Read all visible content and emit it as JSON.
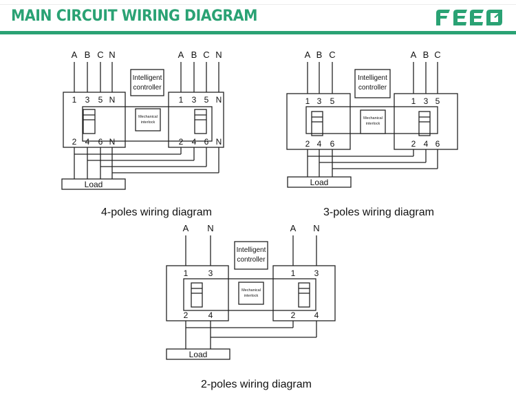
{
  "header": {
    "title": "MAIN CIRCUIT WIRING DIAGRAM",
    "brand": "FEEO",
    "brand_color": "#2aa274"
  },
  "diagrams": [
    {
      "id": "four-pole",
      "caption": "4-poles wiring diagram",
      "phases": [
        "A",
        "B",
        "C",
        "N"
      ],
      "top_terminals": [
        "1",
        "3",
        "5",
        "N"
      ],
      "bottom_terminals": [
        "2",
        "4",
        "6",
        "N"
      ],
      "controller_line1": "Intelligent",
      "controller_line2": "controller",
      "interlock_line1": "Mechanical",
      "interlock_line2": "interlock",
      "load": "Load"
    },
    {
      "id": "three-pole",
      "caption": "3-poles wiring diagram",
      "phases": [
        "A",
        "B",
        "C"
      ],
      "top_terminals": [
        "1",
        "3",
        "5"
      ],
      "bottom_terminals": [
        "2",
        "4",
        "6"
      ],
      "controller_line1": "Intelligent",
      "controller_line2": "controller",
      "interlock_line1": "Mechanical",
      "interlock_line2": "interlock",
      "load": "Load"
    },
    {
      "id": "two-pole",
      "caption": "2-poles wiring diagram",
      "phases": [
        "A",
        "N"
      ],
      "top_terminals": [
        "1",
        "3"
      ],
      "bottom_terminals": [
        "2",
        "4"
      ],
      "controller_line1": "Intelligent",
      "controller_line2": "controller",
      "interlock_line1": "Mechanical",
      "interlock_line2": "interlock",
      "load": "Load"
    }
  ]
}
